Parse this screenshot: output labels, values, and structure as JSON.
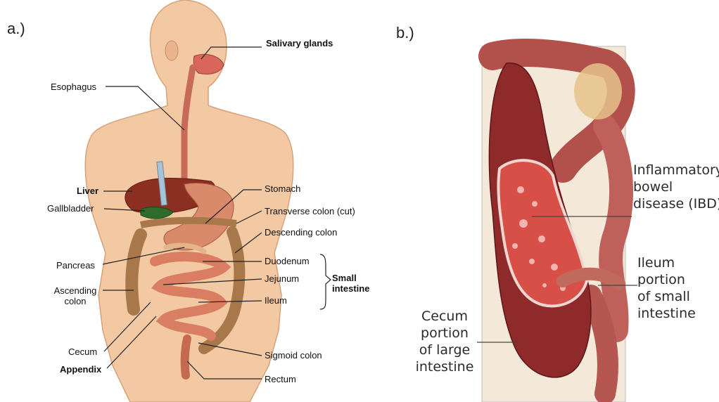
{
  "panel_a": {
    "letter": "a.)",
    "labels": {
      "salivary": "Salivary glands",
      "esophagus": "Esophagus",
      "liver": "Liver",
      "gallbladder": "Gallbladder",
      "pancreas": "Pancreas",
      "ascending": "Ascending\ncolon",
      "cecum": "Cecum",
      "appendix": "Appendix",
      "stomach": "Stomach",
      "transverse": "Transverse colon (cut)",
      "descending": "Descending colon",
      "duodenum": "Duodenum",
      "jejunum": "Jejunum",
      "ileum": "Ileum",
      "small_intestine": "Small\nintestine",
      "sigmoid": "Sigmoid colon",
      "rectum": "Rectum"
    }
  },
  "panel_b": {
    "letter": "b.)",
    "labels": {
      "ibd": "Inflammatory\nbowel\ndisease (IBD)",
      "ileum_portion": "Ileum\nportion\nof small\nintestine",
      "cecum_portion": "Cecum\nportion\nof large\nintestine"
    }
  },
  "colors": {
    "skin": "#f3c9a4",
    "intestine": "#d97e62",
    "liver": "#8c2e22",
    "gallbladder": "#2f6b2a",
    "colon": "#a8774a",
    "tissue_dark": "#8e2a2a"
  }
}
